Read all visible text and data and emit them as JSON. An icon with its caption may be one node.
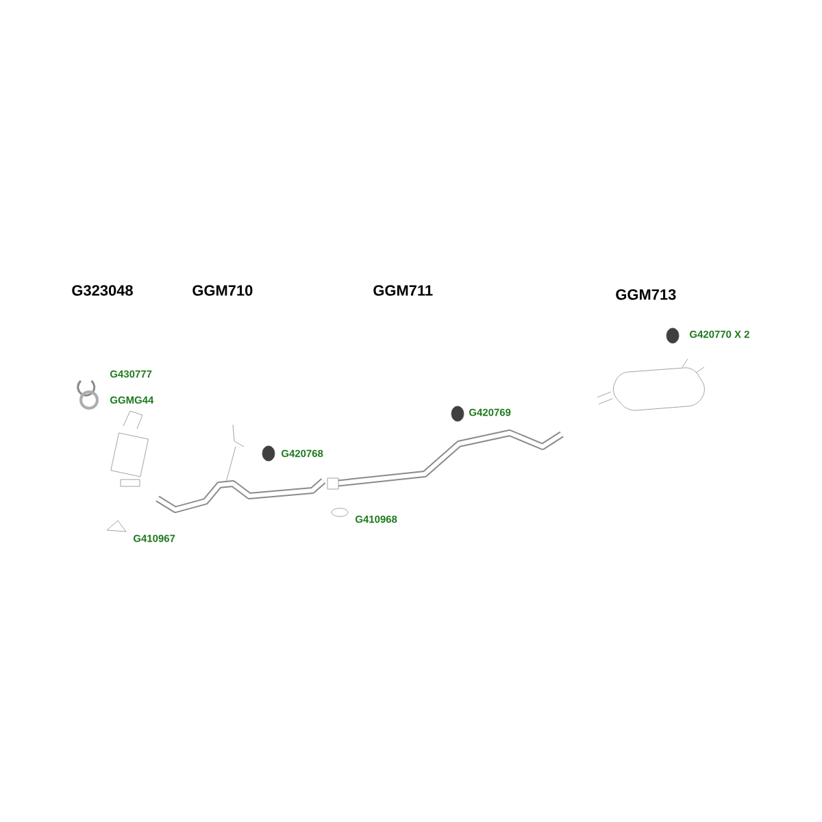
{
  "diagram": {
    "labels": [
      "G323048",
      "GGM710",
      "GGM711",
      "GGM713",
      "G420770 X 2",
      "G430777",
      "GGMG44",
      "G420769",
      "G420768",
      "G410968",
      "G410967"
    ]
  }
}
